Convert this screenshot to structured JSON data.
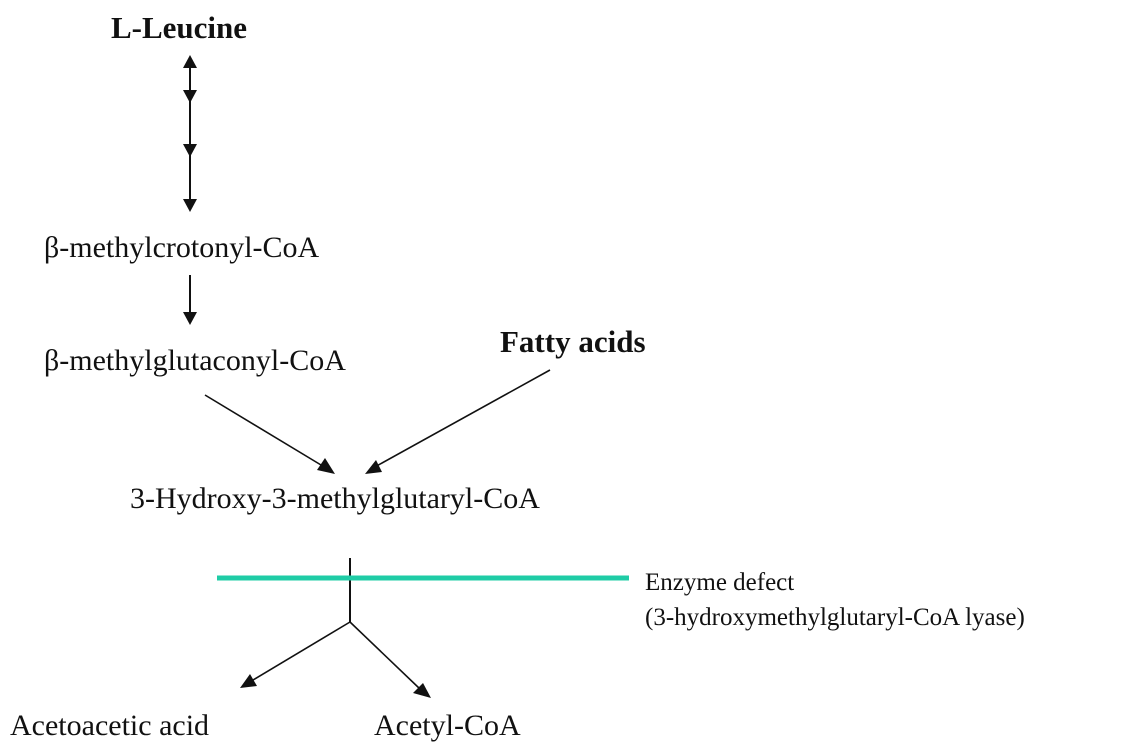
{
  "diagram": {
    "nodes": {
      "leucine": "L-Leucine",
      "crotonyl": "β-methylcrotonyl-CoA",
      "glutaconyl": "β-methylglutaconyl-CoA",
      "fatty_acids": "Fatty acids",
      "hmg": "3-Hydroxy-3-methylglutaryl-CoA",
      "acetoacetic": "Acetoacetic acid",
      "acetyl": "Acetyl-CoA"
    },
    "defect": {
      "line1": "Enzyme defect",
      "line2": "(3-hydroxymethylglutaryl-CoA lyase)"
    },
    "colors": {
      "text": "#111111",
      "arrow": "#111111",
      "defect_line": "#1fcca6"
    }
  }
}
